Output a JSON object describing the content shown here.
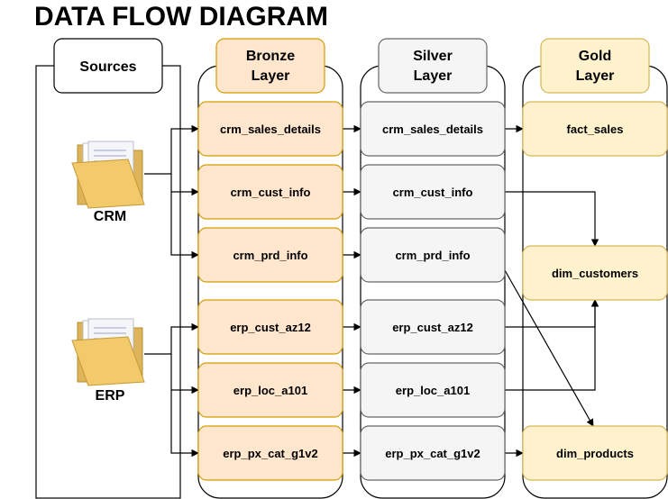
{
  "title": "DATA FLOW DIAGRAM",
  "sources": {
    "label": "Sources",
    "items": [
      "CRM",
      "ERP"
    ],
    "icon": "folder-icon"
  },
  "colors": {
    "bronze_fill": "#FFE6CC",
    "bronze_stroke": "#D79B00",
    "silver_fill": "#F5F5F5",
    "silver_stroke": "#666666",
    "gold_fill": "#FFF2CC",
    "gold_stroke": "#D6B656",
    "line": "#000000"
  },
  "layers": [
    {
      "id": "bronze",
      "label_lines": [
        "Bronze",
        "Layer"
      ],
      "tables": [
        "crm_sales_details",
        "crm_cust_info",
        "crm_prd_info",
        "erp_cust_az12",
        "erp_loc_a101",
        "erp_px_cat_g1v2"
      ]
    },
    {
      "id": "silver",
      "label_lines": [
        "Silver",
        "Layer"
      ],
      "tables": [
        "crm_sales_details",
        "crm_cust_info",
        "crm_prd_info",
        "erp_cust_az12",
        "erp_loc_a101",
        "erp_px_cat_g1v2"
      ]
    },
    {
      "id": "gold",
      "label_lines": [
        "Gold",
        "Layer"
      ],
      "tables": [
        "fact_sales",
        "dim_customers",
        "dim_products"
      ]
    }
  ]
}
